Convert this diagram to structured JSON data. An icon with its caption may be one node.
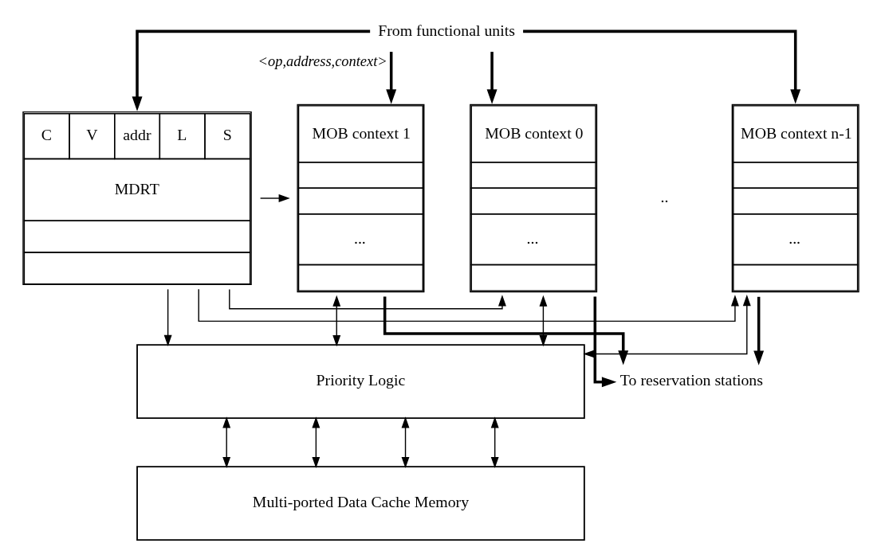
{
  "diagram": {
    "nodes": [
      {
        "text": [
          "From functional units"
        ]
      },
      {
        "text": [
          "C",
          "V",
          "addr",
          "L",
          "S",
          "MDRT"
        ]
      },
      {
        "text": [
          "MOB context 0",
          "..."
        ]
      },
      {
        "text": [
          "MOB context 1",
          "..."
        ]
      },
      {
        "text": [
          ".."
        ]
      },
      {
        "text": [
          "MOB context n-1",
          "..."
        ]
      },
      {
        "text": [
          "Priority Logic"
        ]
      },
      {
        "text": [
          "Multi-ported Data Cache Memory"
        ]
      },
      {
        "text": [
          "To reservation stations"
        ]
      }
    ],
    "edges": [
      {
        "from": 0,
        "to": 1,
        "arrow": "to",
        "style": "thick"
      },
      {
        "from": 0,
        "to": 2,
        "arrow": "to",
        "style": "thick"
      },
      {
        "from": 0,
        "to": 3,
        "arrow": "to",
        "style": "thick",
        "label": "<op,address,context>"
      },
      {
        "from": 0,
        "to": 5,
        "arrow": "to",
        "style": "thick"
      },
      {
        "from": 1,
        "to": 6,
        "arrow": "to"
      },
      {
        "from": 1,
        "to": 2,
        "arrow": "to"
      },
      {
        "from": 1,
        "to": 3,
        "arrow": "to"
      },
      {
        "from": 1,
        "to": 5,
        "arrow": "to"
      },
      {
        "from": 2,
        "to": 6,
        "arrow": "both"
      },
      {
        "from": 3,
        "to": 6,
        "arrow": "both"
      },
      {
        "from": 5,
        "to": 6,
        "arrow": "both"
      },
      {
        "from": 2,
        "to": 8,
        "arrow": "to",
        "style": "thick"
      },
      {
        "from": 3,
        "to": 8,
        "arrow": "to",
        "style": "thick"
      },
      {
        "from": 5,
        "to": 8,
        "arrow": "to",
        "style": "thick"
      },
      {
        "from": 6,
        "to": 7,
        "arrow": "both"
      },
      {
        "from": 6,
        "to": 7,
        "arrow": "both"
      },
      {
        "from": 6,
        "to": 7,
        "arrow": "both"
      },
      {
        "from": 6,
        "to": 7,
        "arrow": "both"
      }
    ]
  }
}
